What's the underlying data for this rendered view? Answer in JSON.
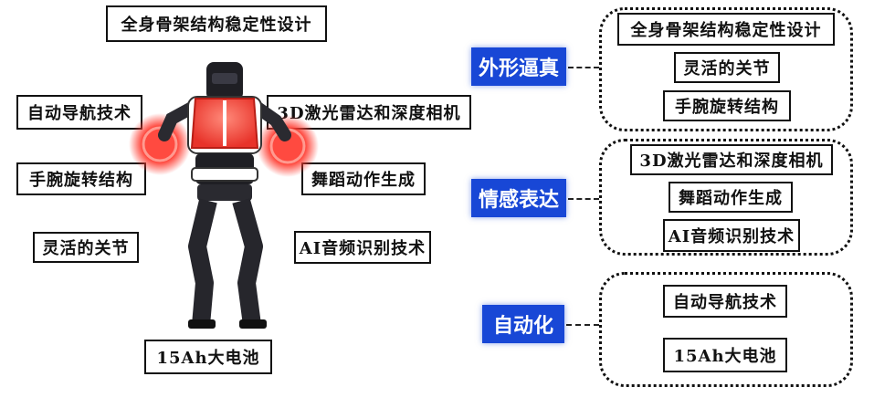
{
  "left_labels": {
    "top": "全身骨架结构稳定性设计",
    "nav": "自动导航技术",
    "wrist": "手腕旋转结构",
    "joint": "灵活的关节",
    "lidar": "3D激光雷达和深度相机",
    "dance": "舞蹈动作生成",
    "ai_audio": "AI音频识别技术",
    "battery": "15Ah大电池"
  },
  "categories": [
    {
      "label": "外形逼真",
      "items": [
        "全身骨架结构稳定性设计",
        "灵活的关节",
        "手腕旋转结构"
      ]
    },
    {
      "label": "情感表达",
      "items": [
        "3D激光雷达和深度相机",
        "舞蹈动作生成",
        "AI音频识别技术"
      ]
    },
    {
      "label": "自动化",
      "items": [
        "自动导航技术",
        "15Ah大电池"
      ]
    }
  ],
  "colors": {
    "category_blue": "#1847d6",
    "vest_red": "#e8332a",
    "glow_red": "#ff3b30",
    "robot_dark": "#1f1f24"
  }
}
